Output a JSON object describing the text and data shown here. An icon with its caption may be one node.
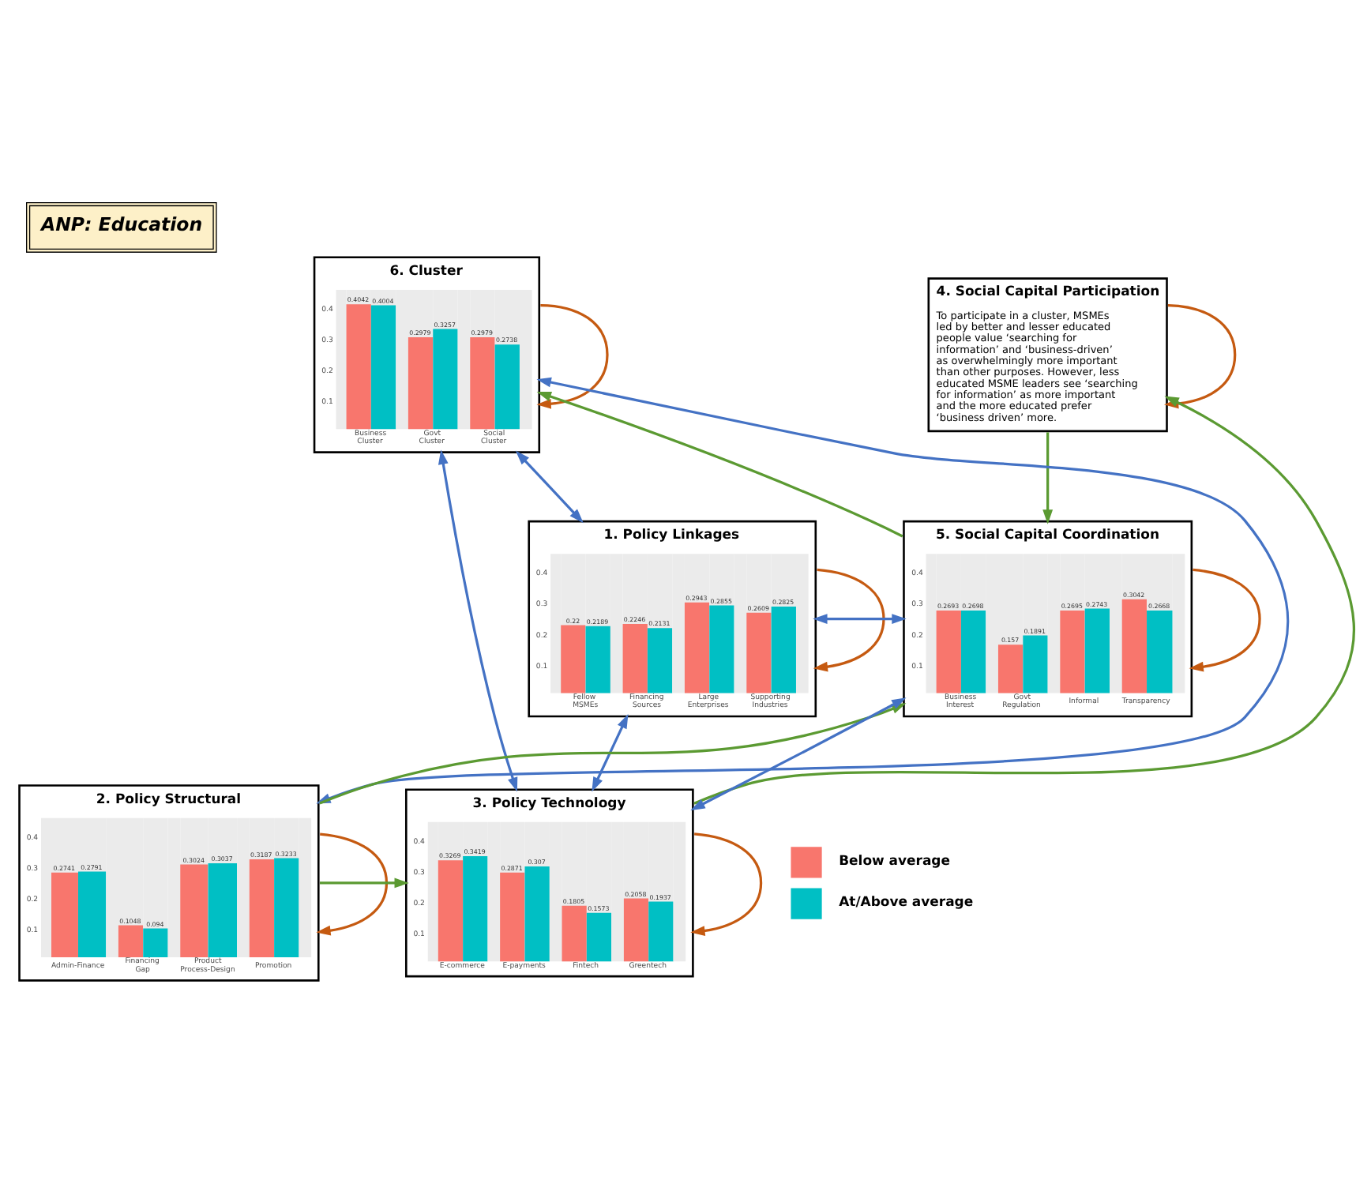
{
  "diagram": {
    "title": "ANP: Education",
    "nodes": [
      {
        "text": [
          "6. Cluster",
          "0.4",
          "0.3",
          "0.2",
          "0.1",
          "0.4042",
          "0.4004",
          "Business Cluster",
          "0.2979",
          "0.3257",
          "Govt Cluster",
          "0.2979",
          "0.2738",
          "Social Cluster"
        ]
      },
      {
        "text": [
          "4. Social Capital Participation",
          "To participate in a cluster, MSMEs led by better and lesser educated people value ‘searching for information’ and ‘business-driven’ as overwhelmingly more important than other purposes. However, less educated MSME leaders see ‘searching for information’ as more important and the more educated prefer ‘business driven’ more."
        ]
      },
      {
        "text": [
          "1. Policy Linkages",
          "0.4",
          "0.3",
          "0.2",
          "0.1",
          "0.22",
          "0.2189",
          "Fellow MSMEs",
          "0.2246",
          "0.2131",
          "Financing Sources",
          "0.2943",
          "0.2855",
          "Large Enterprises",
          "0.2609",
          "0.2825",
          "Supporting Industries"
        ]
      },
      {
        "text": [
          "5. Social Capital Coordination",
          "0.4",
          "0.3",
          "0.2",
          "0.1",
          "0.2693",
          "0.2698",
          "Business Interest",
          "0.157",
          "0.1891",
          "Govt Regulation",
          "0.2695",
          "0.2743",
          "Informal",
          "0.3042",
          "0.2668",
          "Transparency"
        ]
      },
      {
        "text": [
          "2. Policy Structural",
          "0.4",
          "0.3",
          "0.2",
          "0.1",
          "0.2741",
          "0.2791",
          "Admin-Finance",
          "0.1048",
          "0.094",
          "Financing Gap",
          "0.3024",
          "0.3037",
          "Product Process-Design",
          "0.3187",
          "0.3233",
          "Promotion"
        ]
      },
      {
        "text": [
          "3. Policy Technology",
          "0.4",
          "0.3",
          "0.2",
          "0.1",
          "0.3269",
          "0.3419",
          "E-commerce",
          "0.2871",
          "0.307",
          "E-payments",
          "0.1805",
          "0.1573",
          "Fintech",
          "0.2058",
          "0.1937",
          "Greentech"
        ]
      }
    ],
    "edges": [
      {
        "from": 0,
        "to": 0,
        "arrow": "to",
        "color": "#c55a11"
      },
      {
        "from": 1,
        "to": 1,
        "arrow": "to",
        "color": "#c55a11"
      },
      {
        "from": 2,
        "to": 2,
        "arrow": "to",
        "color": "#c55a11"
      },
      {
        "from": 3,
        "to": 3,
        "arrow": "to",
        "color": "#c55a11"
      },
      {
        "from": 4,
        "to": 4,
        "arrow": "to",
        "color": "#c55a11"
      },
      {
        "from": 5,
        "to": 5,
        "arrow": "to",
        "color": "#c55a11"
      },
      {
        "from": 2,
        "to": 0,
        "arrow": "both",
        "color": "#4472c4"
      },
      {
        "from": 2,
        "to": 3,
        "arrow": "both",
        "color": "#4472c4"
      },
      {
        "from": 4,
        "to": 0,
        "arrow": "both",
        "color": "#4472c4"
      },
      {
        "from": 2,
        "to": 5,
        "arrow": "both",
        "color": "#4472c4"
      },
      {
        "from": 0,
        "to": 5,
        "arrow": "both",
        "color": "#4472c4"
      },
      {
        "from": 5,
        "to": 3,
        "arrow": "both",
        "color": "#4472c4"
      },
      {
        "from": 4,
        "to": 3,
        "arrow": "to",
        "color": "#5b9a32"
      },
      {
        "from": 4,
        "to": 5,
        "arrow": "to",
        "color": "#5b9a32"
      },
      {
        "from": 3,
        "to": 0,
        "arrow": "to",
        "color": "#5b9a32"
      },
      {
        "from": 5,
        "to": 1,
        "arrow": "to",
        "color": "#5b9a32"
      },
      {
        "from": 1,
        "to": 3,
        "arrow": "to",
        "color": "#5b9a32"
      }
    ],
    "legend": [
      {
        "text": "Below average",
        "color": "#f8766d"
      },
      {
        "text": "At/Above average",
        "color": "#00bfc4"
      }
    ]
  }
}
